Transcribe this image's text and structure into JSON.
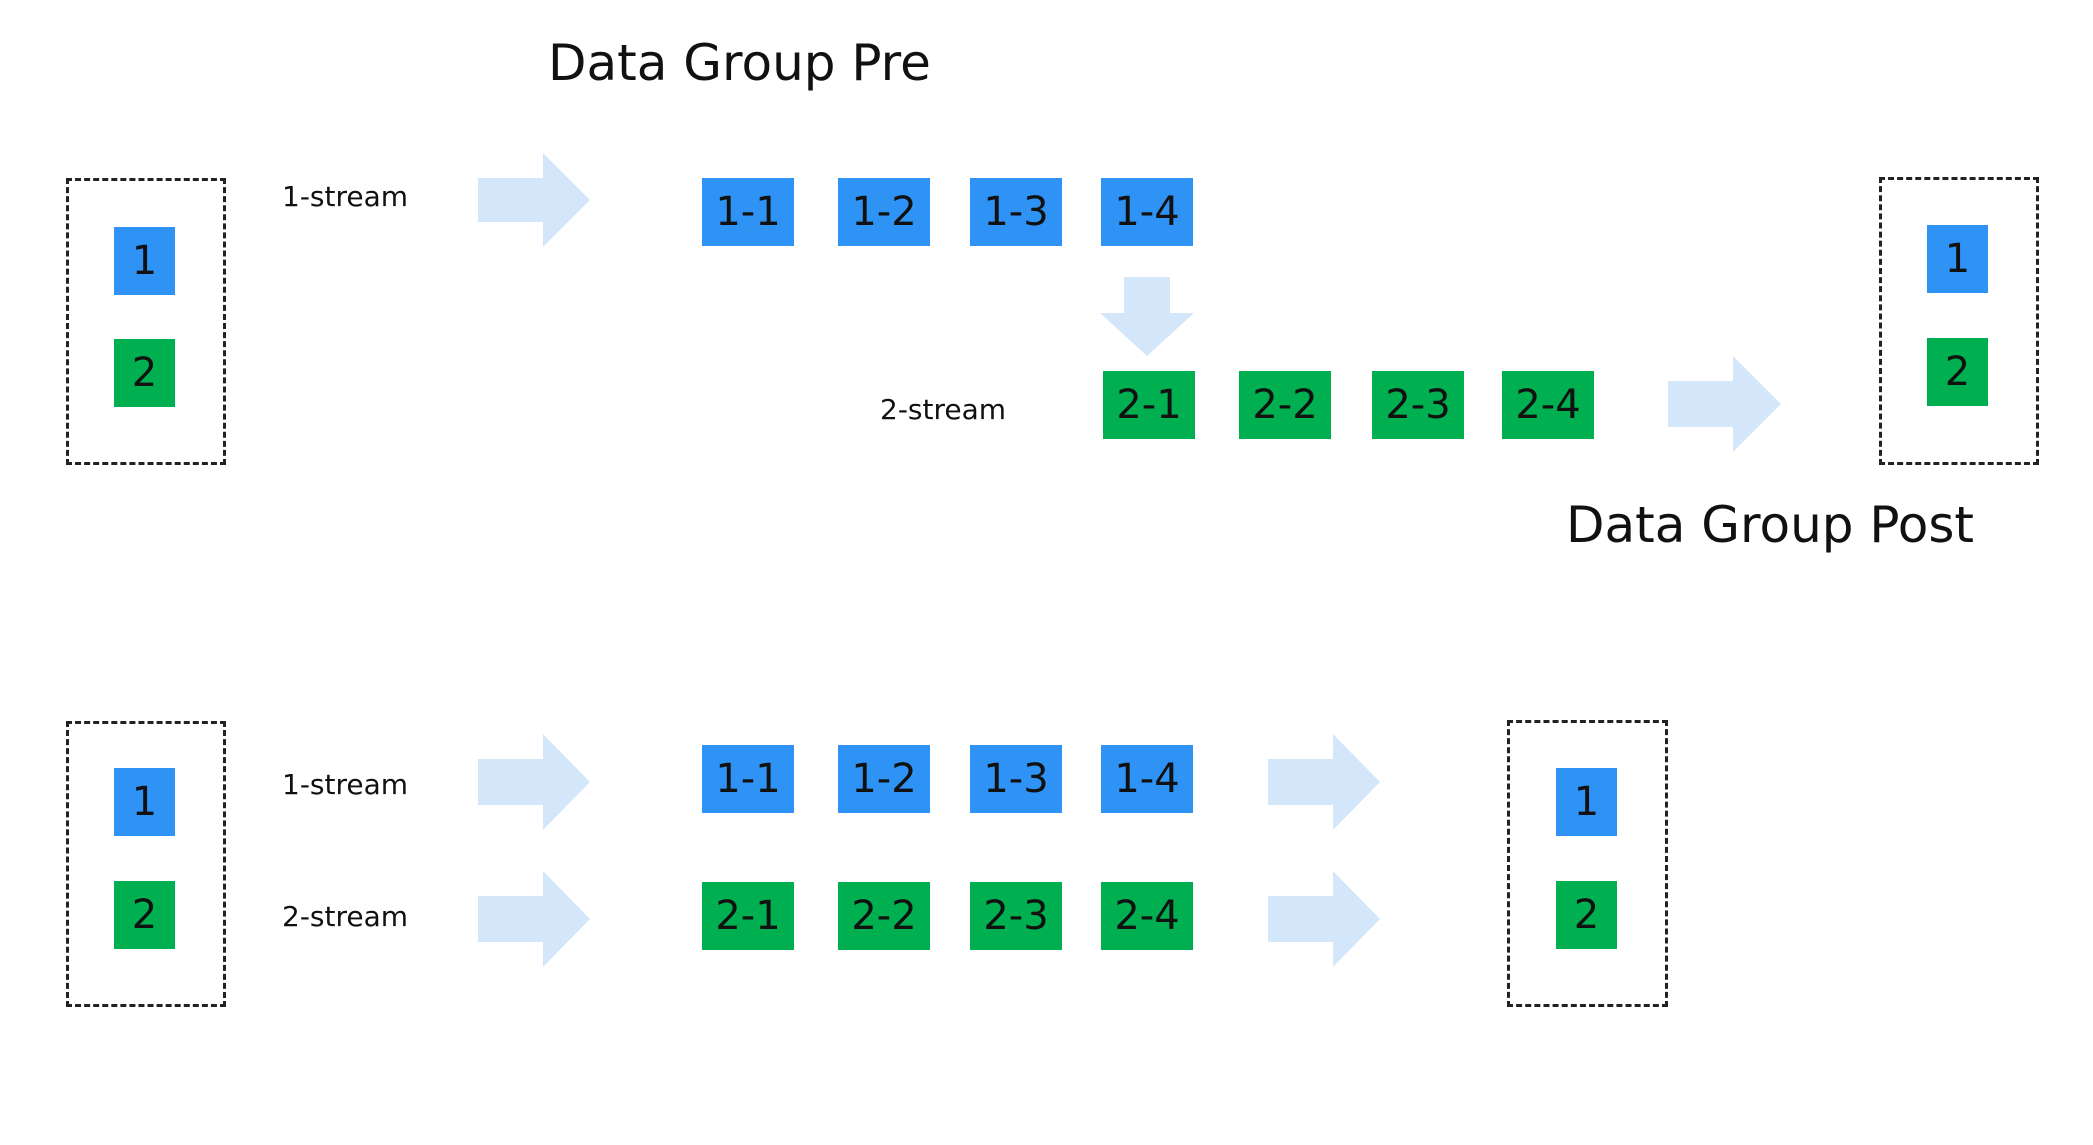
{
  "colors": {
    "stream_1": "#2f93f5",
    "stream_2": "#00b050",
    "arrow": "#d4e7fa"
  },
  "top_scenario": {
    "title_pre": "Data Group Pre",
    "title_post": "Data Group Post",
    "input_group": [
      "1",
      "2"
    ],
    "stream_1_label": "1-stream",
    "stream_2_label": "2-stream",
    "stream_1_blocks": [
      "1-1",
      "1-2",
      "1-3",
      "1-4"
    ],
    "stream_2_blocks": [
      "2-1",
      "2-2",
      "2-3",
      "2-4"
    ],
    "output_group": [
      "1",
      "2"
    ]
  },
  "bottom_scenario": {
    "input_group": [
      "1",
      "2"
    ],
    "stream_1_label": "1-stream",
    "stream_2_label": "2-stream",
    "stream_1_blocks": [
      "1-1",
      "1-2",
      "1-3",
      "1-4"
    ],
    "stream_2_blocks": [
      "2-1",
      "2-2",
      "2-3",
      "2-4"
    ],
    "output_group": [
      "1",
      "2"
    ]
  }
}
